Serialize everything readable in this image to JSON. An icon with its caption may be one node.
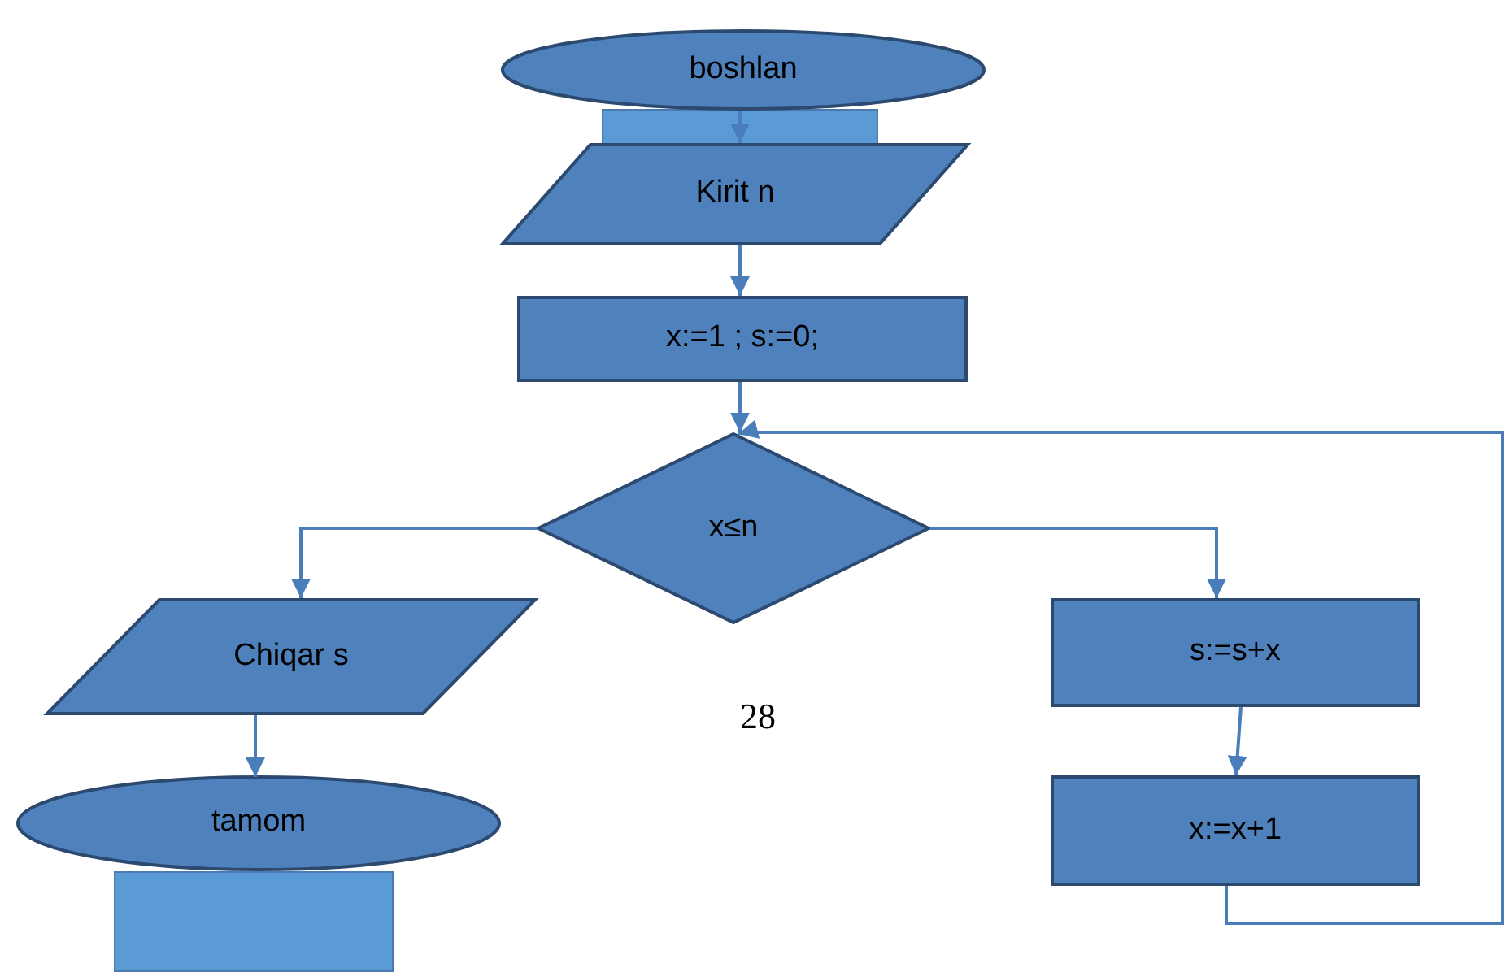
{
  "diagram": {
    "nodes": [
      {
        "text": [
          "boshlan"
        ]
      },
      {
        "text": [
          "Kirit n"
        ]
      },
      {
        "text": [
          "x:=1 ; s:=0;"
        ]
      },
      {
        "text": [
          "x≤n"
        ]
      },
      {
        "text": [
          "Chiqar s"
        ]
      },
      {
        "text": [
          "s:=s+x"
        ]
      },
      {
        "text": [
          "x:=x+1"
        ]
      },
      {
        "text": [
          "tamom"
        ]
      },
      {
        "text": [],
        "shape": "box"
      }
    ],
    "edges": [
      {
        "from": 0,
        "to": 1,
        "arrow": "to"
      },
      {
        "from": 1,
        "to": 2,
        "arrow": "to"
      },
      {
        "from": 2,
        "to": 3,
        "arrow": "to"
      },
      {
        "from": 3,
        "to": 4,
        "arrow": "to"
      },
      {
        "from": 3,
        "to": 5,
        "arrow": "to"
      },
      {
        "from": 5,
        "to": 6,
        "arrow": "to"
      },
      {
        "from": 4,
        "to": 7,
        "arrow": "to"
      },
      {
        "from": 6,
        "to": 3,
        "arrow": "to"
      }
    ],
    "labels": [
      "28"
    ]
  }
}
